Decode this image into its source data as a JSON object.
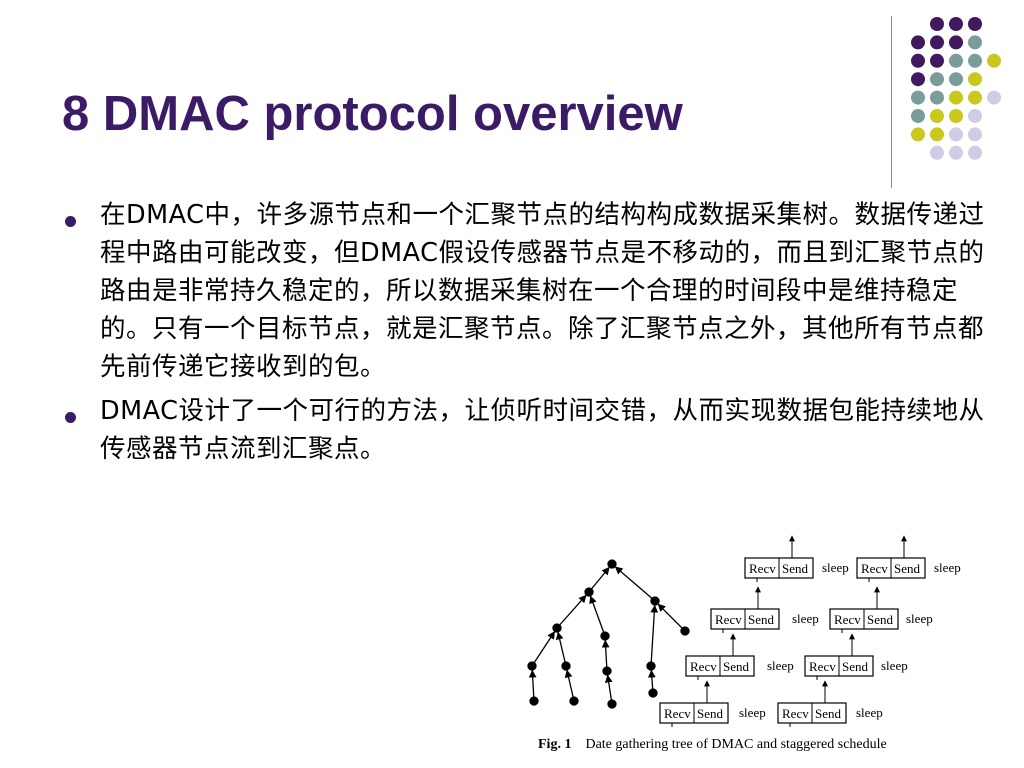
{
  "slide": {
    "title": "8 DMAC protocol overview",
    "bullets": [
      " 在DMAC中，许多源节点和一个汇聚节点的结构构成数据采集树。数据传递过程中路由可能改变，但DMAC假设传感器节点是不移动的，而且到汇聚节点的路由是非常持久稳定的，所以数据采集树在一个合理的时间段中是维持稳定的。只有一个目标节点，就是汇聚节点。除了汇聚节点之外，其他所有节点都先前传递它接收到的包。",
      "DMAC设计了一个可行的方法，让侦听时间交错，从而实现数据包能持续地从传感器节点流到汇聚点。"
    ]
  },
  "decoration": {
    "colors": {
      "purple": "#40195e",
      "teal": "#7a9d9b",
      "olive": "#c8c81e",
      "lavender": "#cfcde6",
      "title": "#3b1a66"
    }
  },
  "figure": {
    "caption_label": "Fig. 1",
    "caption_text": "Date gathering tree of DMAC and staggered schedule",
    "schedule": {
      "recv_label": "Recv",
      "send_label": "Send",
      "sleep_label": "sleep"
    }
  }
}
